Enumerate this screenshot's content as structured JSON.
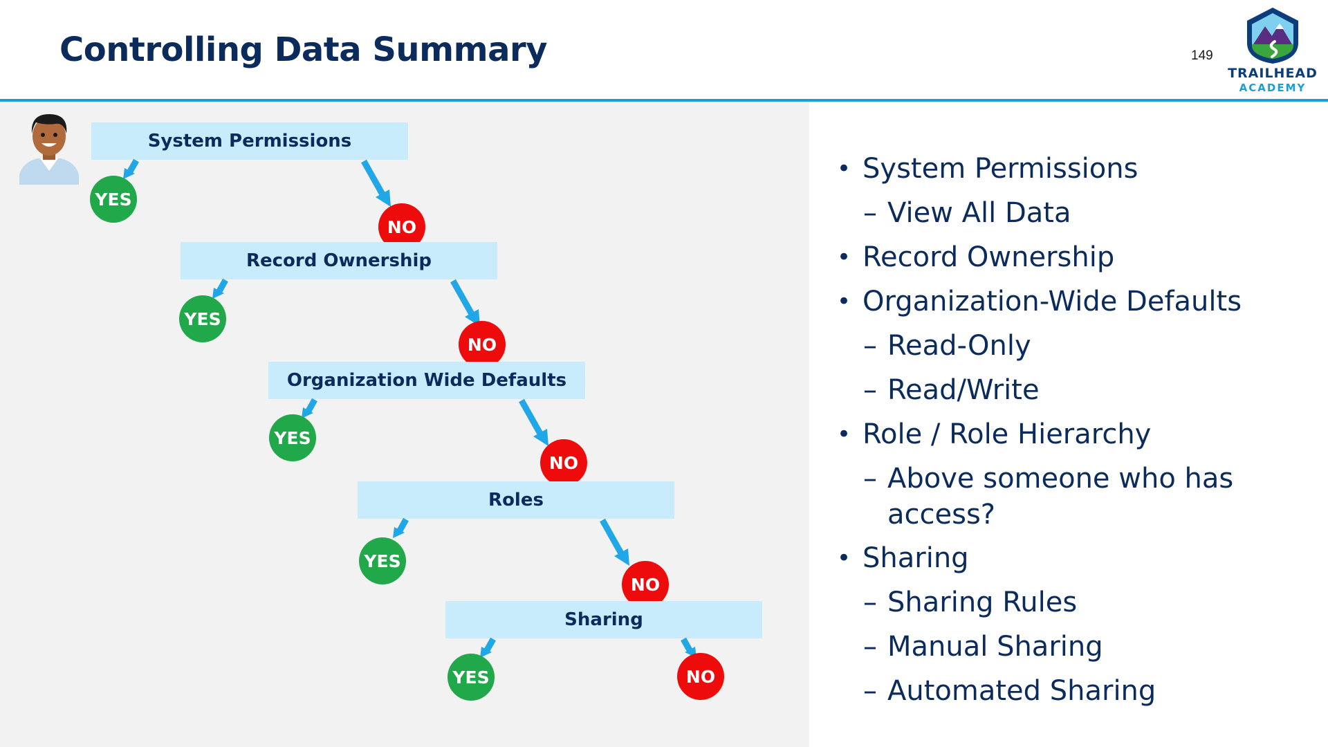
{
  "header": {
    "title": "Controlling Data Summary",
    "page_number": "149",
    "logo": {
      "line1": "TRAILHEAD",
      "line2": "ACADEMY",
      "icon": "trailhead-mountain-logo"
    }
  },
  "colors": {
    "title": "#0b2b5c",
    "rule": "#1a9fd6",
    "box_fill": "#c8ecfb",
    "arrow": "#1fa7e8",
    "yes": "#21a84a",
    "no": "#ee0b0b",
    "panel": "#f2f2f2"
  },
  "diagram": {
    "avatar_icon": "user-avatar-icon",
    "steps": [
      {
        "label": "System Permissions",
        "yes": "YES",
        "no": "NO"
      },
      {
        "label": "Record Ownership",
        "yes": "YES",
        "no": "NO"
      },
      {
        "label": "Organization Wide Defaults",
        "yes": "YES",
        "no": "NO"
      },
      {
        "label": "Roles",
        "yes": "YES",
        "no": "NO"
      },
      {
        "label": "Sharing",
        "yes": "YES",
        "no": "NO"
      }
    ]
  },
  "bullets": [
    {
      "level": 1,
      "marker": "•",
      "text": "System Permissions"
    },
    {
      "level": 2,
      "marker": "–",
      "text": "View All Data"
    },
    {
      "level": 1,
      "marker": "•",
      "text": "Record Ownership"
    },
    {
      "level": 1,
      "marker": "•",
      "text": "Organization-Wide Defaults"
    },
    {
      "level": 2,
      "marker": "–",
      "text": "Read-Only"
    },
    {
      "level": 2,
      "marker": "–",
      "text": "Read/Write"
    },
    {
      "level": 1,
      "marker": "•",
      "text": "Role / Role Hierarchy"
    },
    {
      "level": 2,
      "marker": "–",
      "text": "Above someone who has access?"
    },
    {
      "level": 1,
      "marker": "•",
      "text": "Sharing"
    },
    {
      "level": 2,
      "marker": "–",
      "text": "Sharing Rules"
    },
    {
      "level": 2,
      "marker": "–",
      "text": "Manual Sharing"
    },
    {
      "level": 2,
      "marker": "–",
      "text": "Automated Sharing"
    }
  ]
}
